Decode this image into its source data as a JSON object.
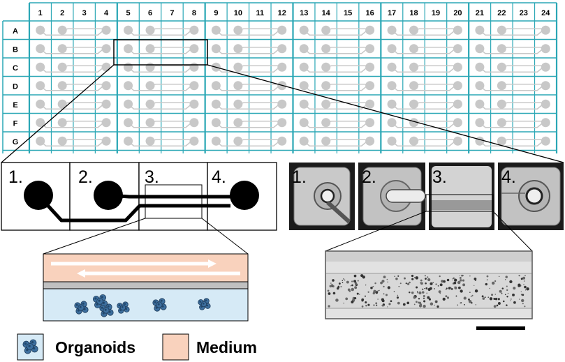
{
  "plate": {
    "column_labels": [
      "1",
      "2",
      "3",
      "4",
      "5",
      "6",
      "7",
      "8",
      "9",
      "10",
      "11",
      "12",
      "13",
      "14",
      "15",
      "16",
      "17",
      "18",
      "19",
      "20",
      "21",
      "22",
      "23",
      "24"
    ],
    "row_labels": [
      "A",
      "B",
      "C",
      "D",
      "E",
      "F",
      "G"
    ],
    "grid_color": "#2aa7b5",
    "channel_color": "#c8c8c8"
  },
  "schematic": {
    "panels": [
      "1.",
      "2.",
      "3.",
      "4."
    ],
    "legend": {
      "organoids_label": "Organoids",
      "medium_label": "Medium"
    },
    "colors": {
      "medium": "#f9d2bd",
      "gel": "#d6eaf6",
      "membrane": "#c0c0c0",
      "organoid": "#3d6f9e"
    }
  },
  "micrograph": {
    "panels": [
      "1.",
      "2.",
      "3.",
      "4."
    ]
  }
}
